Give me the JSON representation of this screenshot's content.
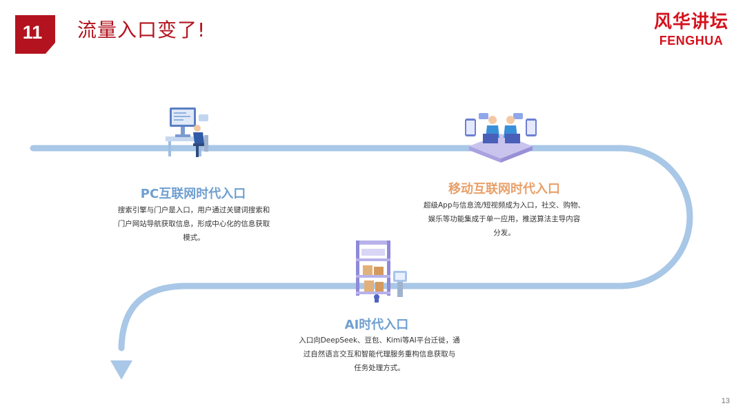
{
  "header": {
    "number": "11",
    "title": "流量入口变了!",
    "accent_color": "#b3131e"
  },
  "logo": {
    "cn": "风华讲坛",
    "en": "FENGHUA",
    "color": "#d5121d"
  },
  "stages": [
    {
      "heading": "PC互联网时代入口",
      "heading_color": "#6f9fd0",
      "icon": "computer-desk-icon",
      "lines": [
        "搜索引擎与门户是入口，用户通过关键词搜索和",
        "门户网站导航获取信息，形成中心化的信息获取",
        "模式。"
      ]
    },
    {
      "heading": "移动互联网时代入口",
      "heading_color": "#e8a06a",
      "icon": "mobile-users-icon",
      "lines": [
        "超级App与信息流/短视频成为入口，社交、购物、",
        "娱乐等功能集成于单一应用，推送算法主导内容",
        "分发。"
      ]
    },
    {
      "heading": "AI时代入口",
      "heading_color": "#6f9fd0",
      "icon": "ai-shelf-icon",
      "lines": [
        "入口向DeepSeek、豆包、Kimi等AI平台迁徙，通",
        "过自然语言交互和智能代理服务重构信息获取与",
        "任务处理方式。"
      ]
    }
  ],
  "flow_color": "#a9c7e6",
  "page_number": "13"
}
